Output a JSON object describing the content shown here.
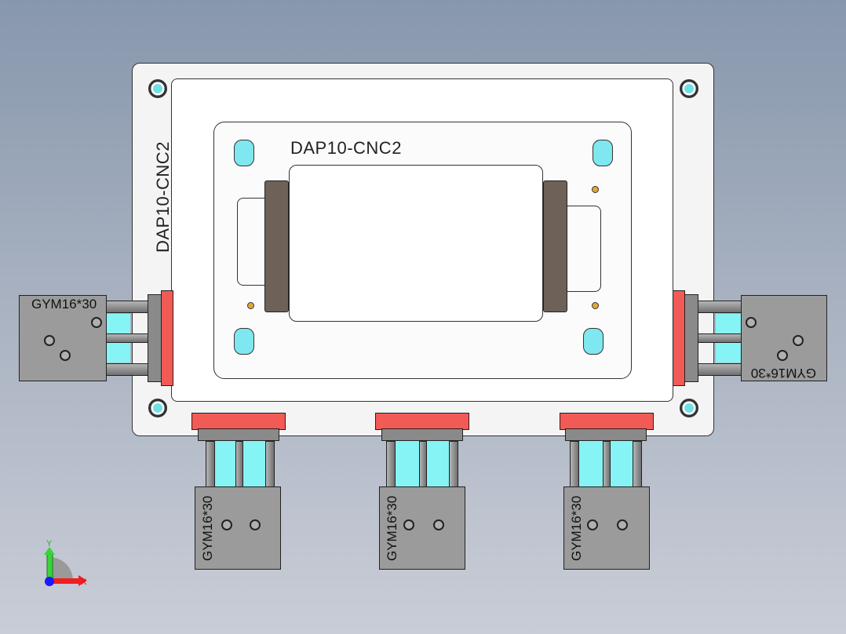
{
  "part_label": "DAP10-CNC2",
  "cylinder_label": "GYM16*30",
  "triad": {
    "x_label": "X",
    "y_label": "Y"
  },
  "colors": {
    "background_top": "#8797ad",
    "background_bottom": "#c9cdd7",
    "handle": "#6e6158",
    "highlight_cyan": "#86f3f5",
    "flange_red": "#f25a55",
    "pin_gold": "#e2a83a"
  }
}
